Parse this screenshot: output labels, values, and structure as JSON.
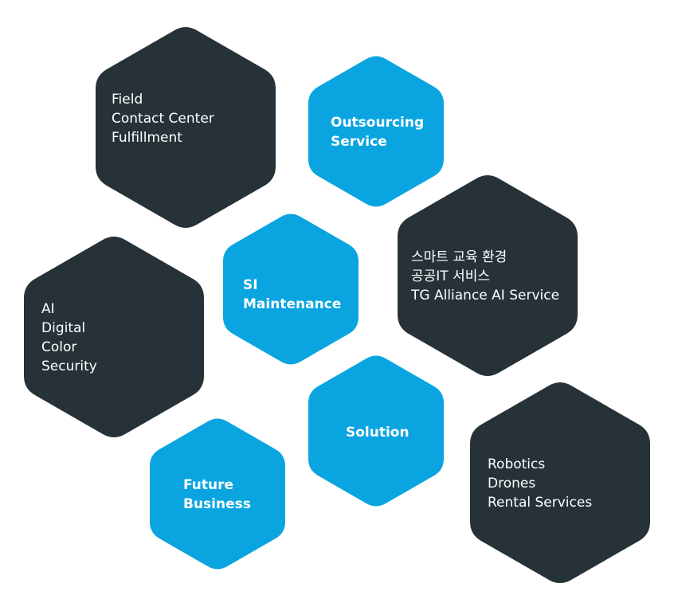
{
  "colors": {
    "dark": "#263238",
    "blue": "#0aa5e0",
    "text": "#ffffff"
  },
  "hexagons": [
    {
      "id": "field",
      "style": "dark",
      "lines": [
        "Field",
        "Contact Center",
        "Fulfillment"
      ]
    },
    {
      "id": "outsourcing",
      "style": "blue",
      "lines": [
        "Outsourcing",
        "Service"
      ]
    },
    {
      "id": "smart-education",
      "style": "dark",
      "lines": [
        "스마트 교육 환경",
        "공공IT 서비스",
        "TG Alliance AI Service"
      ]
    },
    {
      "id": "si-maintenance",
      "style": "blue",
      "lines": [
        "SI",
        "Maintenance"
      ]
    },
    {
      "id": "ai-digital",
      "style": "dark",
      "lines": [
        "AI",
        "Digital",
        "Color",
        "Security"
      ]
    },
    {
      "id": "solution",
      "style": "blue",
      "lines": [
        "Solution"
      ]
    },
    {
      "id": "future-business",
      "style": "blue",
      "lines": [
        "Future",
        "Business"
      ]
    },
    {
      "id": "robotics",
      "style": "dark",
      "lines": [
        "Robotics",
        "Drones",
        "Rental Services"
      ]
    }
  ]
}
